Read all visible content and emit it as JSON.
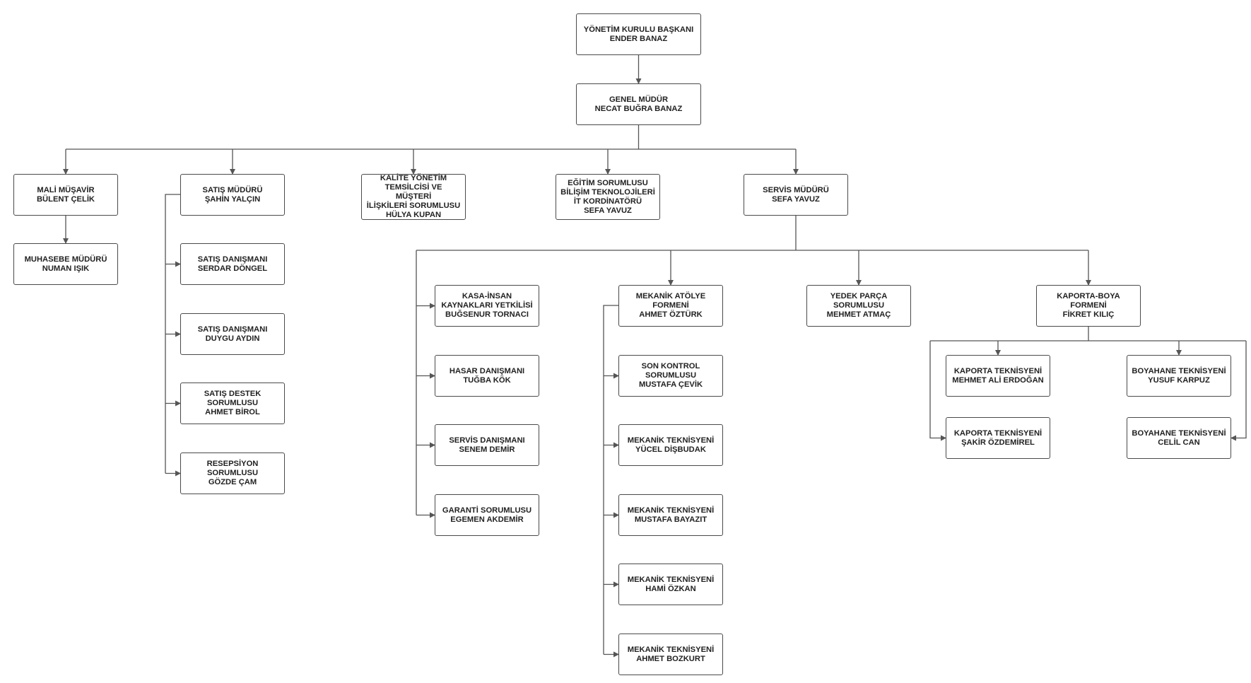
{
  "org_chart": {
    "nodes": [
      {
        "id": "chairman",
        "parent": null,
        "text": "YÖNETİM KURULU BAŞKANI\nENDER BANAZ"
      },
      {
        "id": "general-manager",
        "parent": "chairman",
        "text": "GENEL MÜDÜR\nNECAT BUĞRA BANAZ"
      },
      {
        "id": "financial-advisor",
        "parent": "general-manager",
        "text": "MALİ MÜŞAVİR\nBÜLENT ÇELİK"
      },
      {
        "id": "accounting-manager",
        "parent": "financial-advisor",
        "text": "MUHASEBE MÜDÜRÜ\nNUMAN IŞIK"
      },
      {
        "id": "sales-manager",
        "parent": "general-manager",
        "text": "SATIŞ MÜDÜRÜ\nŞAHİN YALÇIN"
      },
      {
        "id": "sales-consultant-1",
        "parent": "sales-manager",
        "text": "SATIŞ DANIŞMANI\nSERDAR DÖNGEL"
      },
      {
        "id": "sales-consultant-2",
        "parent": "sales-manager",
        "text": "SATIŞ DANIŞMANI\nDUYGU AYDIN"
      },
      {
        "id": "sales-support",
        "parent": "sales-manager",
        "text": "SATIŞ DESTEK\nSORUMLUSU\nAHMET BİROL"
      },
      {
        "id": "reception",
        "parent": "sales-manager",
        "text": "RESEPSİYON\nSORUMLUSU\nGÖZDE ÇAM"
      },
      {
        "id": "quality-representative",
        "parent": "general-manager",
        "text": "KALİTE YÖNETİM\nTEMSİLCİSİ VE MÜŞTERİ\nİLİŞKİLERİ SORUMLUSU\nHÜLYA KUPAN"
      },
      {
        "id": "training-it",
        "parent": "general-manager",
        "text": "EĞİTİM SORUMLUSU\nBİLİŞİM TEKNOLOJİLERİ\nİT KORDİNATÖRÜ\nSEFA YAVUZ"
      },
      {
        "id": "service-manager",
        "parent": "general-manager",
        "text": "SERVİS MÜDÜRÜ\nSEFA YAVUZ"
      },
      {
        "id": "cashier-hr",
        "parent": "service-manager",
        "text": "KASA-İNSAN\nKAYNAKLARI YETKİLİSİ\nBUĞSENUR TORNACI"
      },
      {
        "id": "damage-consultant",
        "parent": "service-manager",
        "text": "HASAR DANIŞMANI\nTUĞBA KÖK"
      },
      {
        "id": "service-consultant",
        "parent": "service-manager",
        "text": "SERVİS DANIŞMANI\nSENEM DEMİR"
      },
      {
        "id": "warranty",
        "parent": "service-manager",
        "text": "GARANTİ SORUMLUSU\nEGEMEN AKDEMİR"
      },
      {
        "id": "mechanic-foreman",
        "parent": "service-manager",
        "text": "MEKANİK ATÖLYE\nFORMENİ\nAHMET ÖZTÜRK"
      },
      {
        "id": "final-control",
        "parent": "mechanic-foreman",
        "text": "SON KONTROL\nSORUMLUSU\nMUSTAFA ÇEVİK"
      },
      {
        "id": "mechanic-1",
        "parent": "mechanic-foreman",
        "text": "MEKANİK TEKNİSYENİ\nYÜCEL DİŞBUDAK"
      },
      {
        "id": "mechanic-2",
        "parent": "mechanic-foreman",
        "text": "MEKANİK TEKNİSYENİ\nMUSTAFA  BAYAZIT"
      },
      {
        "id": "mechanic-3",
        "parent": "mechanic-foreman",
        "text": "MEKANİK TEKNİSYENİ\nHAMİ ÖZKAN"
      },
      {
        "id": "mechanic-4",
        "parent": "mechanic-foreman",
        "text": "MEKANİK TEKNİSYENİ\nAHMET BOZKURT"
      },
      {
        "id": "spare-parts",
        "parent": "service-manager",
        "text": "YEDEK PARÇA\nSORUMLUSU\nMEHMET ATMAÇ"
      },
      {
        "id": "bodywork-foreman",
        "parent": "service-manager",
        "text": "KAPORTA-BOYA\nFORMENİ\nFİKRET KILIÇ"
      },
      {
        "id": "bodywork-tech-1",
        "parent": "bodywork-foreman",
        "text": "KAPORTA TEKNİSYENİ\nMEHMET ALİ ERDOĞAN"
      },
      {
        "id": "bodywork-tech-2",
        "parent": "bodywork-foreman",
        "text": "KAPORTA TEKNİSYENİ\nŞAKİR ÖZDEMİREL"
      },
      {
        "id": "paint-tech-1",
        "parent": "bodywork-foreman",
        "text": "BOYAHANE TEKNİSYENİ\nYUSUF KARPUZ"
      },
      {
        "id": "paint-tech-2",
        "parent": "bodywork-foreman",
        "text": "BOYAHANE TEKNİSYENİ\nCELİL CAN"
      }
    ],
    "colors": {
      "line": "#555555",
      "border": "#4a4a4a",
      "text": "#222222",
      "background": "#ffffff"
    }
  }
}
